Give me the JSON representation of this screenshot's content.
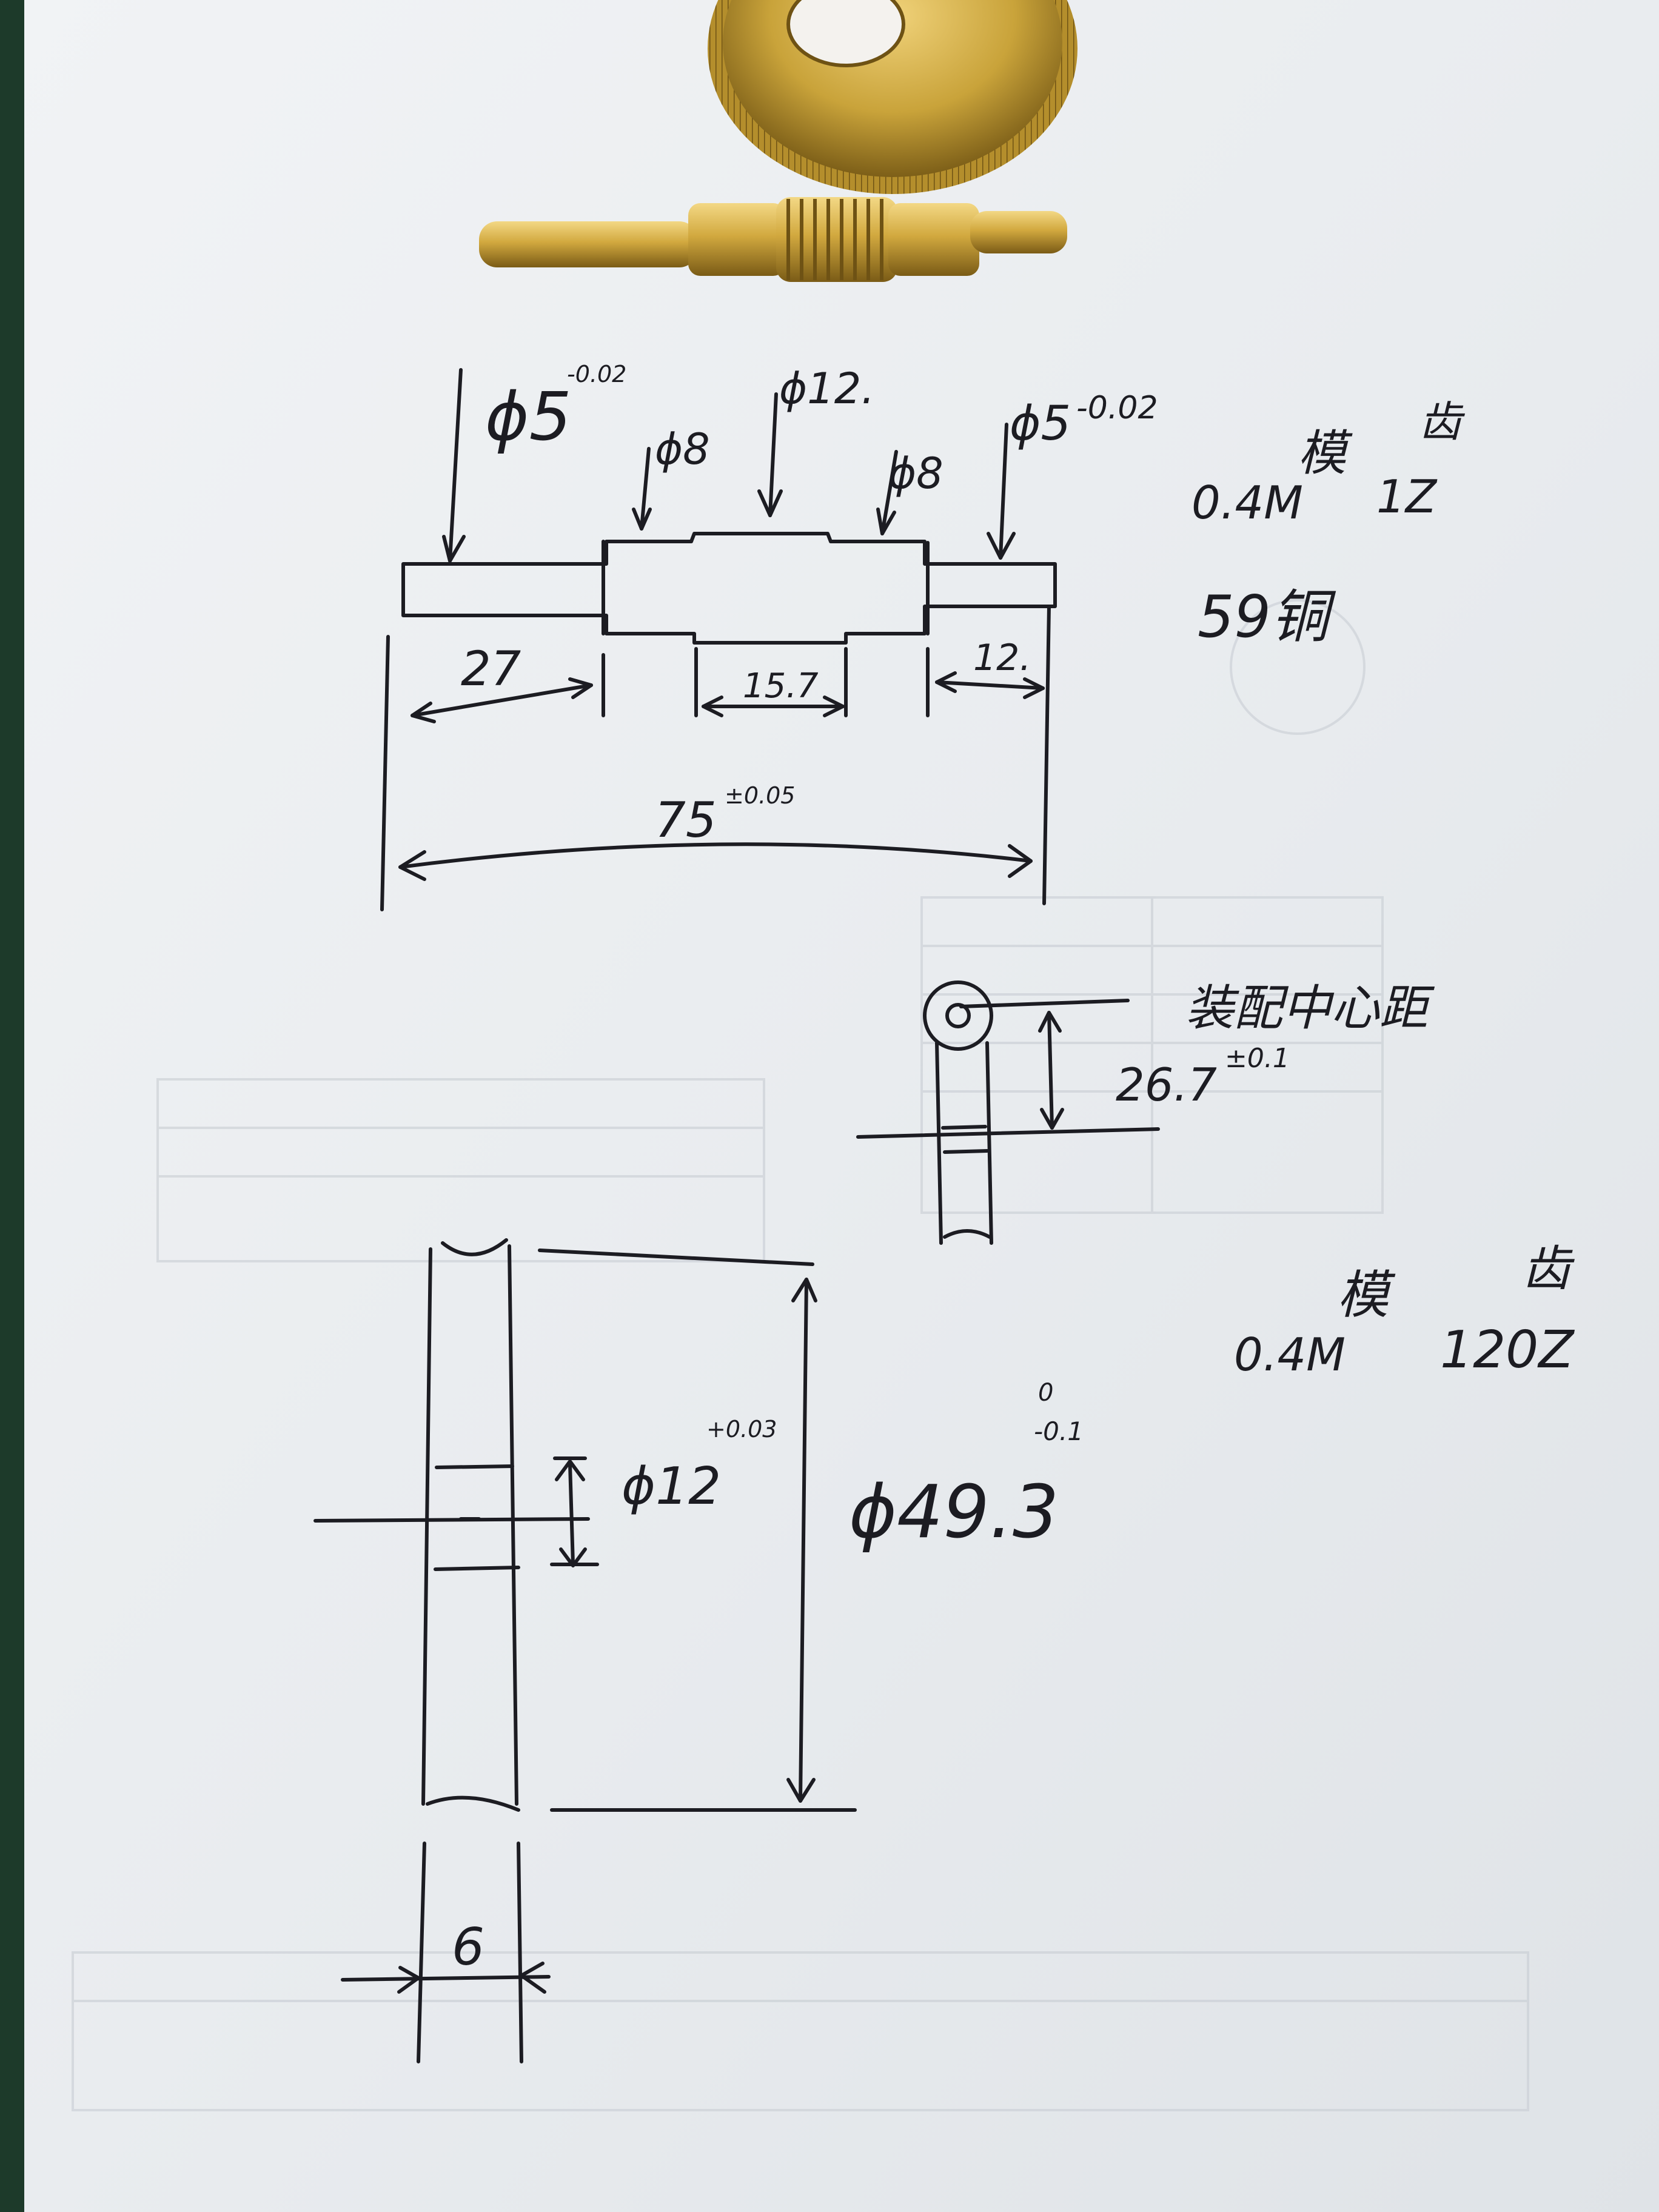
{
  "photo": {
    "subject": "hand sketch of brass worm shaft and worm gear on paper",
    "colors": {
      "paper": "#eef0f2",
      "ink": "#1c1c22",
      "brass": "#c9a33a",
      "brass_dark": "#8a6a1c",
      "desk": "#1d3a2a"
    }
  },
  "shaft_sketch": {
    "left_dia": "ϕ5",
    "left_tol": "-0.02",
    "center_dia": "ϕ12.",
    "collar_left": "ϕ8",
    "collar_right": "ϕ8",
    "right_dia": "ϕ5",
    "right_tol": "-0.02",
    "len_left": "27",
    "len_center": "15.7",
    "len_right": "12.",
    "len_total": "75",
    "len_total_tol": "±0.05"
  },
  "worm_spec": {
    "module_label": "模",
    "teeth_label": "齿",
    "module": "0.4M",
    "teeth": "1Z",
    "material": "59铜"
  },
  "center_distance": {
    "label": "装配中心距",
    "value": "26.7",
    "tol": "±0.1"
  },
  "gear_sketch": {
    "bore": "ϕ12",
    "bore_tol": "+0.03",
    "outer_dia": "ϕ49.3",
    "outer_tol_upper": "0",
    "outer_tol_lower": "-0.1",
    "width": "6"
  },
  "gear_spec": {
    "module_label": "模",
    "teeth_label": "齿",
    "module": "0.4M",
    "teeth": "120Z"
  }
}
